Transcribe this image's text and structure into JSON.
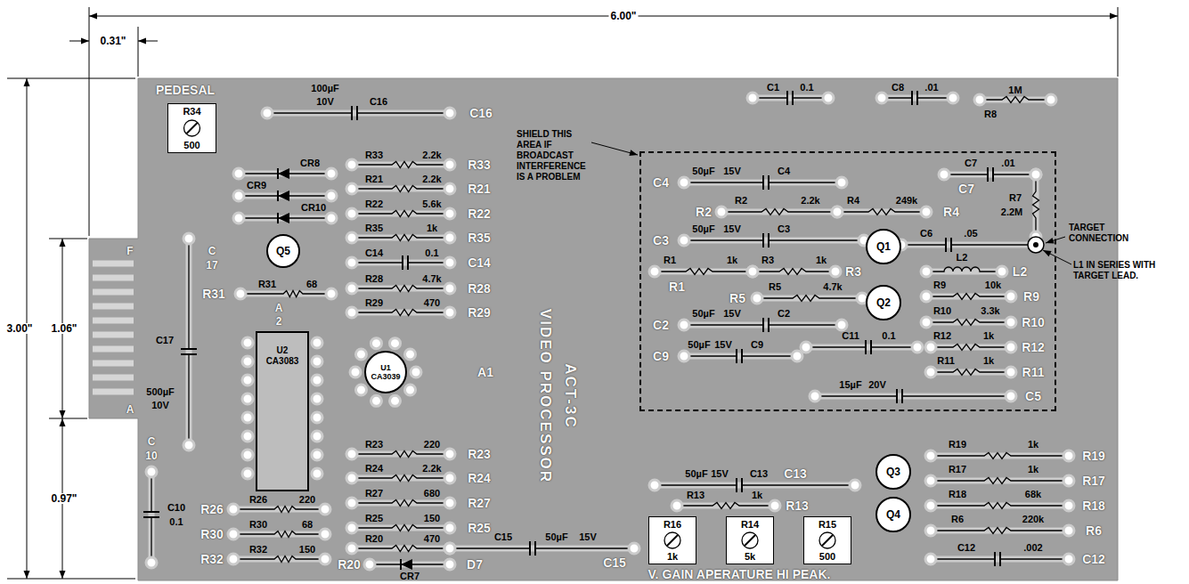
{
  "diagram": {
    "nodes": [
      {
        "text": [
          "R34",
          "500"
        ]
      },
      {
        "text": [
          "Q5"
        ]
      },
      {
        "text": [
          "U2",
          "CA3083"
        ]
      },
      {
        "text": [
          "U1",
          "CA3039"
        ]
      },
      {
        "text": [
          "SHIELD THIS AREA IF BROADCAST INTERFERENCE IS A PROBLEM"
        ]
      },
      {
        "text": [
          "Q1"
        ],
        "in": 4
      },
      {
        "text": [
          "Q2"
        ],
        "in": 4
      },
      {
        "text": [
          "R16",
          "1k"
        ]
      },
      {
        "text": [
          "R14",
          "5k"
        ]
      },
      {
        "text": [
          "R15",
          "500"
        ]
      },
      {
        "text": [
          "Q3"
        ]
      },
      {
        "text": [
          "Q4"
        ]
      }
    ],
    "labels": [
      "6.00\"",
      "0.31\"",
      "3.00\"",
      "1.06\"",
      "0.97\"",
      "PEDESAL",
      "100µF",
      "10V",
      "C16",
      "C16",
      "CR8",
      "CR9",
      "CR10",
      "R33",
      "2.2k",
      "R33",
      "R21",
      "2.2k",
      "R21",
      "R22",
      "5.6k",
      "R22",
      "R35",
      "1k",
      "R35",
      "C14",
      "0.1",
      "C14",
      "R28",
      "4.7k",
      "R28",
      "R29",
      "470",
      "R29",
      "R31",
      "68",
      "R31",
      "A",
      "2",
      "C",
      "17",
      "C17",
      "500µF",
      "10V",
      "F",
      "A",
      "A1",
      "R23",
      "220",
      "R23",
      "R24",
      "2.2k",
      "R24",
      "R27",
      "680",
      "R27",
      "R25",
      "150",
      "R25",
      "R20",
      "470",
      "R20",
      "D7",
      "CR7",
      "R26",
      "220",
      "R26",
      "R30",
      "68",
      "R30",
      "R32",
      "150",
      "R32",
      "C10",
      "0.1",
      "C",
      "10",
      "C15",
      "50µF",
      "15V",
      "C15",
      "VIDEO PROCESSOR",
      "ACT-3C",
      "V. GAIN APERATURE HI PEAK.",
      "C1",
      "0.1",
      "C8",
      ".01",
      "1M",
      "R8",
      "50µF",
      "15V",
      "C4",
      "C4",
      "R2",
      "2.2k",
      "R2",
      "R4",
      "249k",
      "R4",
      "50µF",
      "15V",
      "C3",
      "C3",
      "C7",
      ".01",
      "C7",
      "R7",
      "2.2M",
      "C6",
      ".05",
      "TARGET CONNECTION",
      "L1 IN SERIES WITH TARGET LEAD.",
      "R1",
      "1k",
      "R1",
      "R3",
      "1k",
      "R3",
      "L2",
      "L2",
      "R5",
      "4.7k",
      "R5",
      "R9",
      "10k",
      "R9",
      "50µF",
      "15V",
      "C2",
      "C2",
      "R10",
      "3.3k",
      "R10",
      "50µF",
      "15V",
      "C9",
      "C9",
      "C11",
      "0.1",
      "R12",
      "1k",
      "R12",
      "R11",
      "1k",
      "R11",
      "15µF",
      "20V",
      "C5",
      "50µF",
      "15V",
      "C13",
      "C13",
      "R13",
      "1k",
      "R13",
      "R19",
      "1k",
      "R19",
      "R17",
      "1k",
      "R17",
      "R18",
      "68k",
      "R18",
      "R6",
      "220k",
      "R6",
      "C12",
      ".002",
      "C12"
    ]
  }
}
